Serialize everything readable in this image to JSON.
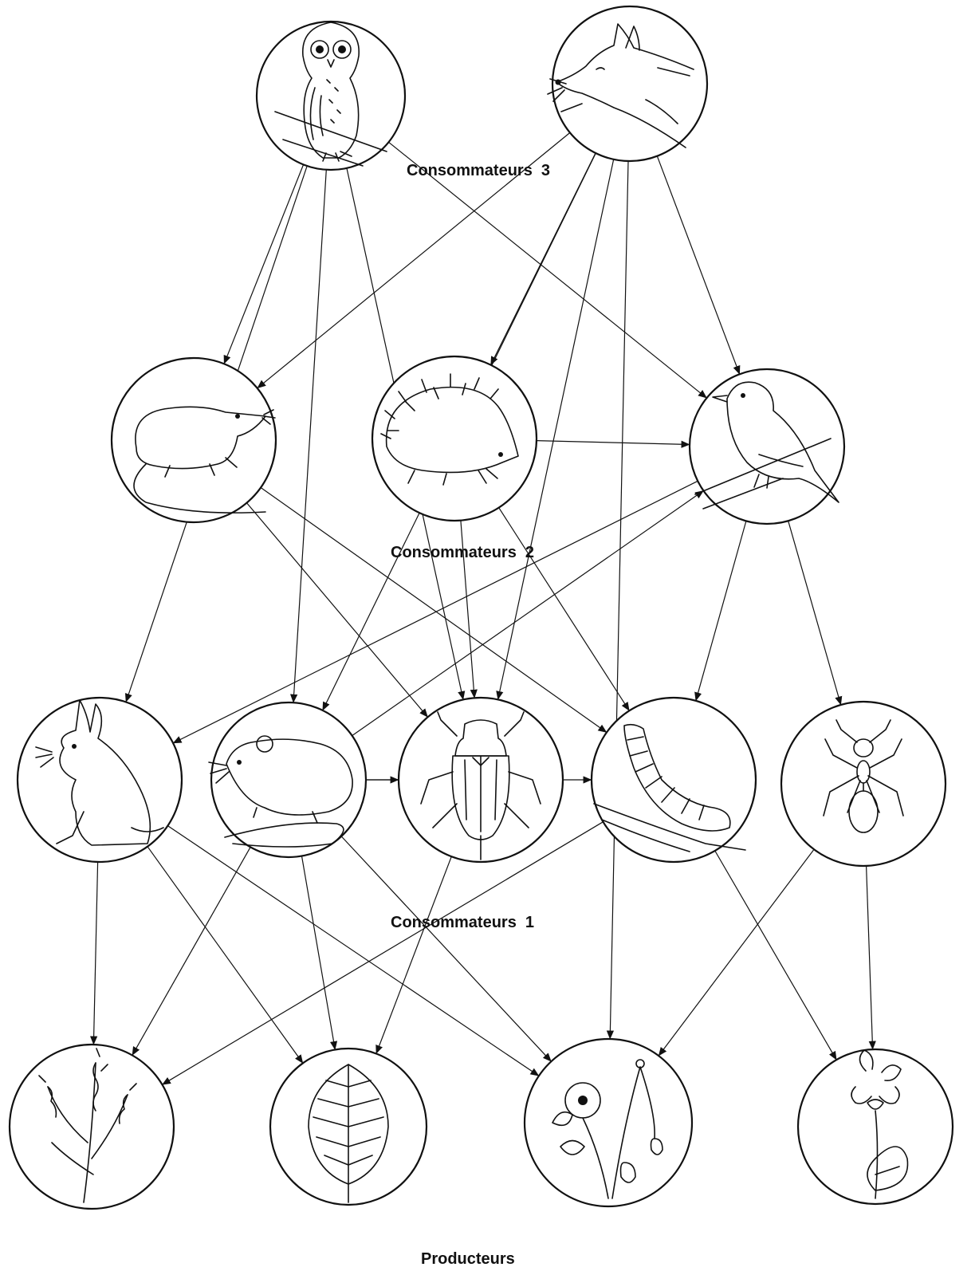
{
  "labels": {
    "consumers_3": "Consommateurs  3",
    "consumers_2": "Consommateurs  2",
    "consumers_1": "Consommateurs  1",
    "producers": "Producteurs"
  },
  "organisms": {
    "owl": "owl-icon",
    "fox": "fox-icon",
    "shrew": "shrew-icon",
    "hedgehog": "hedgehog-icon",
    "robin": "robin-icon",
    "hare": "hare-icon",
    "mouse": "mouse-icon",
    "beetle": "beetle-icon",
    "caterpillar": "caterpillar-icon",
    "ant": "ant-icon",
    "grass": "grass-icon",
    "leaf": "leaf-icon",
    "strawberry": "strawberry-plant-icon",
    "violet": "violet-icon"
  },
  "food_web": [
    [
      "owl",
      "shrew"
    ],
    [
      "owl",
      "robin"
    ],
    [
      "owl",
      "hare"
    ],
    [
      "owl",
      "mouse"
    ],
    [
      "owl",
      "beetle"
    ],
    [
      "fox",
      "shrew"
    ],
    [
      "fox",
      "hedgehog"
    ],
    [
      "fox",
      "robin"
    ],
    [
      "fox",
      "mouse"
    ],
    [
      "fox",
      "beetle"
    ],
    [
      "fox",
      "strawberry"
    ],
    [
      "hedgehog",
      "robin"
    ],
    [
      "hedgehog",
      "beetle"
    ],
    [
      "hedgehog",
      "caterpillar"
    ],
    [
      "shrew",
      "beetle"
    ],
    [
      "shrew",
      "caterpillar"
    ],
    [
      "robin",
      "caterpillar"
    ],
    [
      "robin",
      "ant"
    ],
    [
      "robin",
      "hare"
    ],
    [
      "mouse",
      "beetle"
    ],
    [
      "mouse",
      "robin"
    ],
    [
      "mouse",
      "caterpillar"
    ],
    [
      "mouse",
      "grass"
    ],
    [
      "mouse",
      "leaf"
    ],
    [
      "mouse",
      "strawberry"
    ],
    [
      "hare",
      "grass"
    ],
    [
      "hare",
      "leaf"
    ],
    [
      "hare",
      "strawberry"
    ],
    [
      "beetle",
      "leaf"
    ],
    [
      "caterpillar",
      "grass"
    ],
    [
      "caterpillar",
      "violet"
    ],
    [
      "ant",
      "strawberry"
    ],
    [
      "ant",
      "violet"
    ]
  ]
}
